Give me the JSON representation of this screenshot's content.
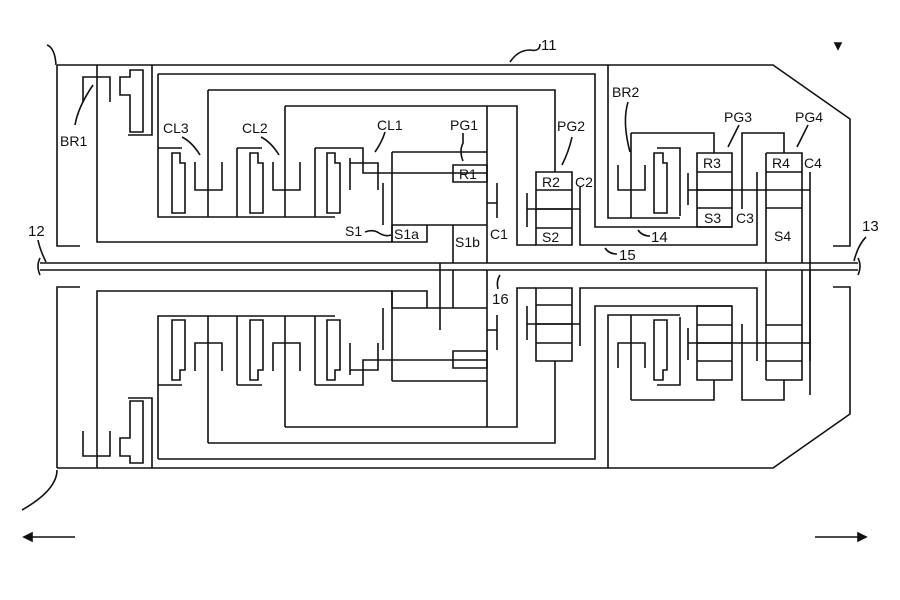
{
  "figure": {
    "reference_numeral_top": "11",
    "components": {
      "brakes": [
        "BR1",
        "BR2"
      ],
      "clutches": [
        "CL1",
        "CL2",
        "CL3"
      ],
      "planetary_gears": [
        "PG1",
        "PG2",
        "PG3",
        "PG4"
      ],
      "ring_gears": [
        "R1",
        "R2",
        "R3",
        "R4"
      ],
      "sun_gears": [
        "S1",
        "S1a",
        "S1b",
        "S2",
        "S3",
        "S4"
      ],
      "carriers": [
        "C1",
        "C2",
        "C3",
        "C4"
      ]
    },
    "shafts": {
      "input": "12",
      "output": "13",
      "member_14": "14",
      "member_15": "15",
      "member_16": "16"
    }
  },
  "colors": {
    "line": "#111111",
    "background": "#ffffff"
  }
}
